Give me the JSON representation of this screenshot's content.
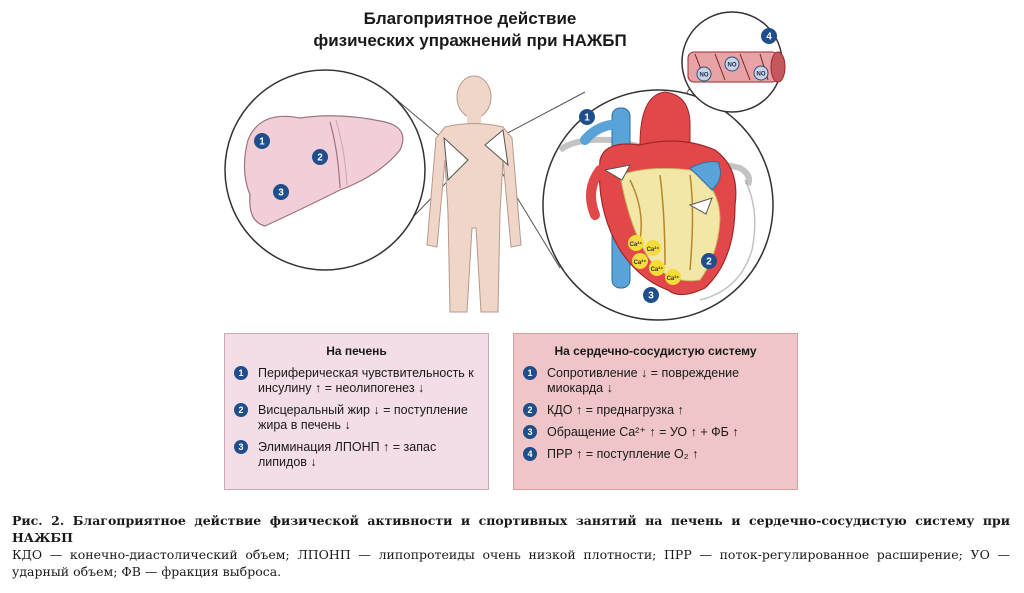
{
  "title": {
    "line1": "Благоприятное действие",
    "line2": "физических упражнений при НАЖБП"
  },
  "figure": {
    "liver_badges": [
      "1",
      "2",
      "3"
    ],
    "heart_badges": [
      "1",
      "2",
      "3"
    ],
    "vessel_badge": "4",
    "vessel_labels": [
      "NO",
      "NO",
      "NO"
    ],
    "calcium_labels": [
      "Ca²⁺",
      "Ca²⁺",
      "Ca²⁺",
      "Ca²⁺",
      "Ca²⁺"
    ]
  },
  "panels": {
    "liver": {
      "title": "На печень",
      "items": [
        {
          "num": "1",
          "text": "Периферическая чувствительность к инсулину ↑ = неолипогенез ↓"
        },
        {
          "num": "2",
          "text": "Висцеральный жир ↓ = поступление жира в печень ↓"
        },
        {
          "num": "3",
          "text": "Элиминация ЛПОНП ↑ = запас липидов ↓"
        }
      ]
    },
    "heart": {
      "title": "На сердечно-сосудистую систему",
      "items": [
        {
          "num": "1",
          "text": "Сопротивление ↓ = повреждение миокарда ↓"
        },
        {
          "num": "2",
          "text": "КДО ↑ = преднагрузка ↑"
        },
        {
          "num": "3",
          "text": "Обращение Ca²⁺ ↑ = УО ↑ + ФБ ↑"
        },
        {
          "num": "4",
          "text": "ПРР ↑ = поступление O₂ ↑"
        }
      ]
    }
  },
  "caption": {
    "title": "Рис. 2. Благоприятное действие физической активности и спортивных занятий на печень и сердечно-сосудистую систему при НАЖБП",
    "text": "КДО — конечно-диастолический объем; ЛПОНП — липопротеиды очень низкой плотности; ПРР — поток-регулированное расширение; УО — ударный объем; ФВ — фракция выброса."
  },
  "colors": {
    "badge": "#1f4e8c",
    "liver": "#f2cfd7",
    "heart_red": "#e2474a",
    "vessel_blue": "#5aa3d9",
    "body": "#f0d6c8",
    "liver_panel": "#f3dde6",
    "heart_panel": "#efc5c7",
    "calcium": "#f5dc3a"
  }
}
